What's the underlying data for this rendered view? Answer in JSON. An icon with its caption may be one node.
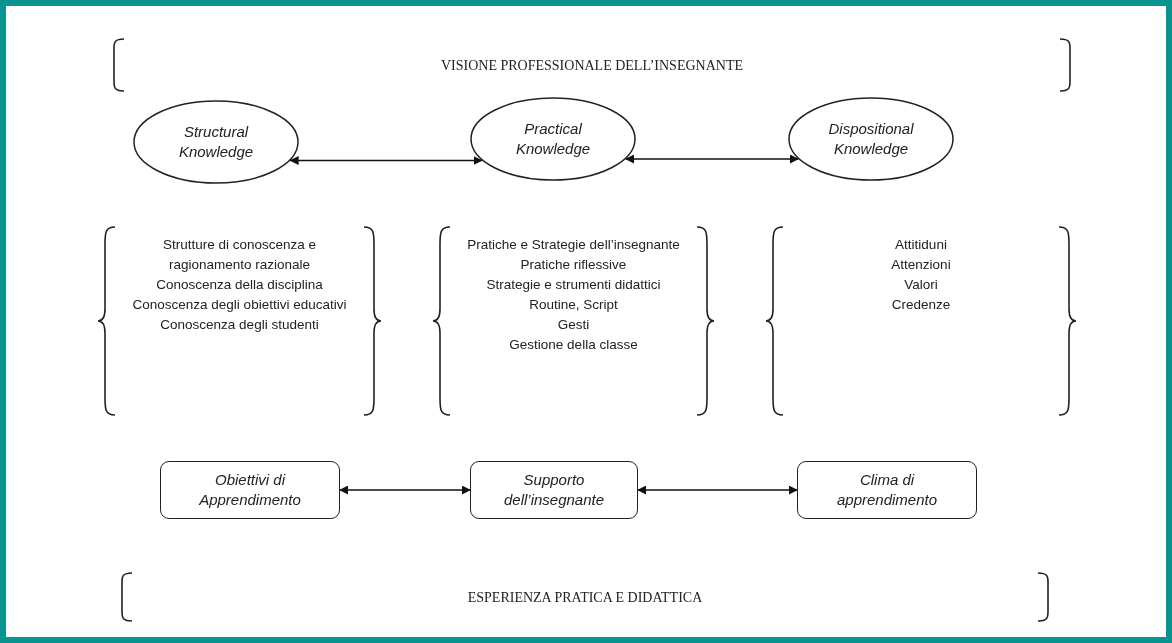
{
  "diagram": {
    "nodes": [
      {
        "text": [
          "VISIONE PROFESSIONALE DELL’INSEGNANTE"
        ]
      },
      {
        "text": [
          "Structural Knowledge"
        ]
      },
      {
        "text": [
          "Practical Knowledge"
        ]
      },
      {
        "text": [
          "Dispositional Knowledge"
        ]
      },
      {
        "text": [
          "Strutture di conoscenza e ragionamento razionale",
          "Conoscenza della disciplina",
          "Conoscenza degli obiettivi educativi",
          "Conoscenza degli studenti"
        ]
      },
      {
        "text": [
          "Pratiche e Strategie dell’insegnante",
          "Pratiche riflessive",
          "Strategie e strumenti didattici",
          "Routine, Script",
          "Gesti",
          "Gestione della classe"
        ]
      },
      {
        "text": [
          "Attitiduni",
          "Attenzioni",
          "Valori",
          "Credenze"
        ]
      },
      {
        "text": [
          "Obiettivi di Apprendimento"
        ]
      },
      {
        "text": [
          "Supporto dell’insegnante"
        ]
      },
      {
        "text": [
          "Clima di apprendimento"
        ]
      },
      {
        "text": [
          "ESPERIENZA PRATICA E DIDATTICA"
        ]
      }
    ],
    "edges": [
      {
        "from": 1,
        "to": 2,
        "arrow": "both"
      },
      {
        "from": 2,
        "to": 3,
        "arrow": "both"
      },
      {
        "from": 7,
        "to": 8,
        "arrow": "both"
      },
      {
        "from": 8,
        "to": 9,
        "arrow": "both"
      }
    ]
  }
}
